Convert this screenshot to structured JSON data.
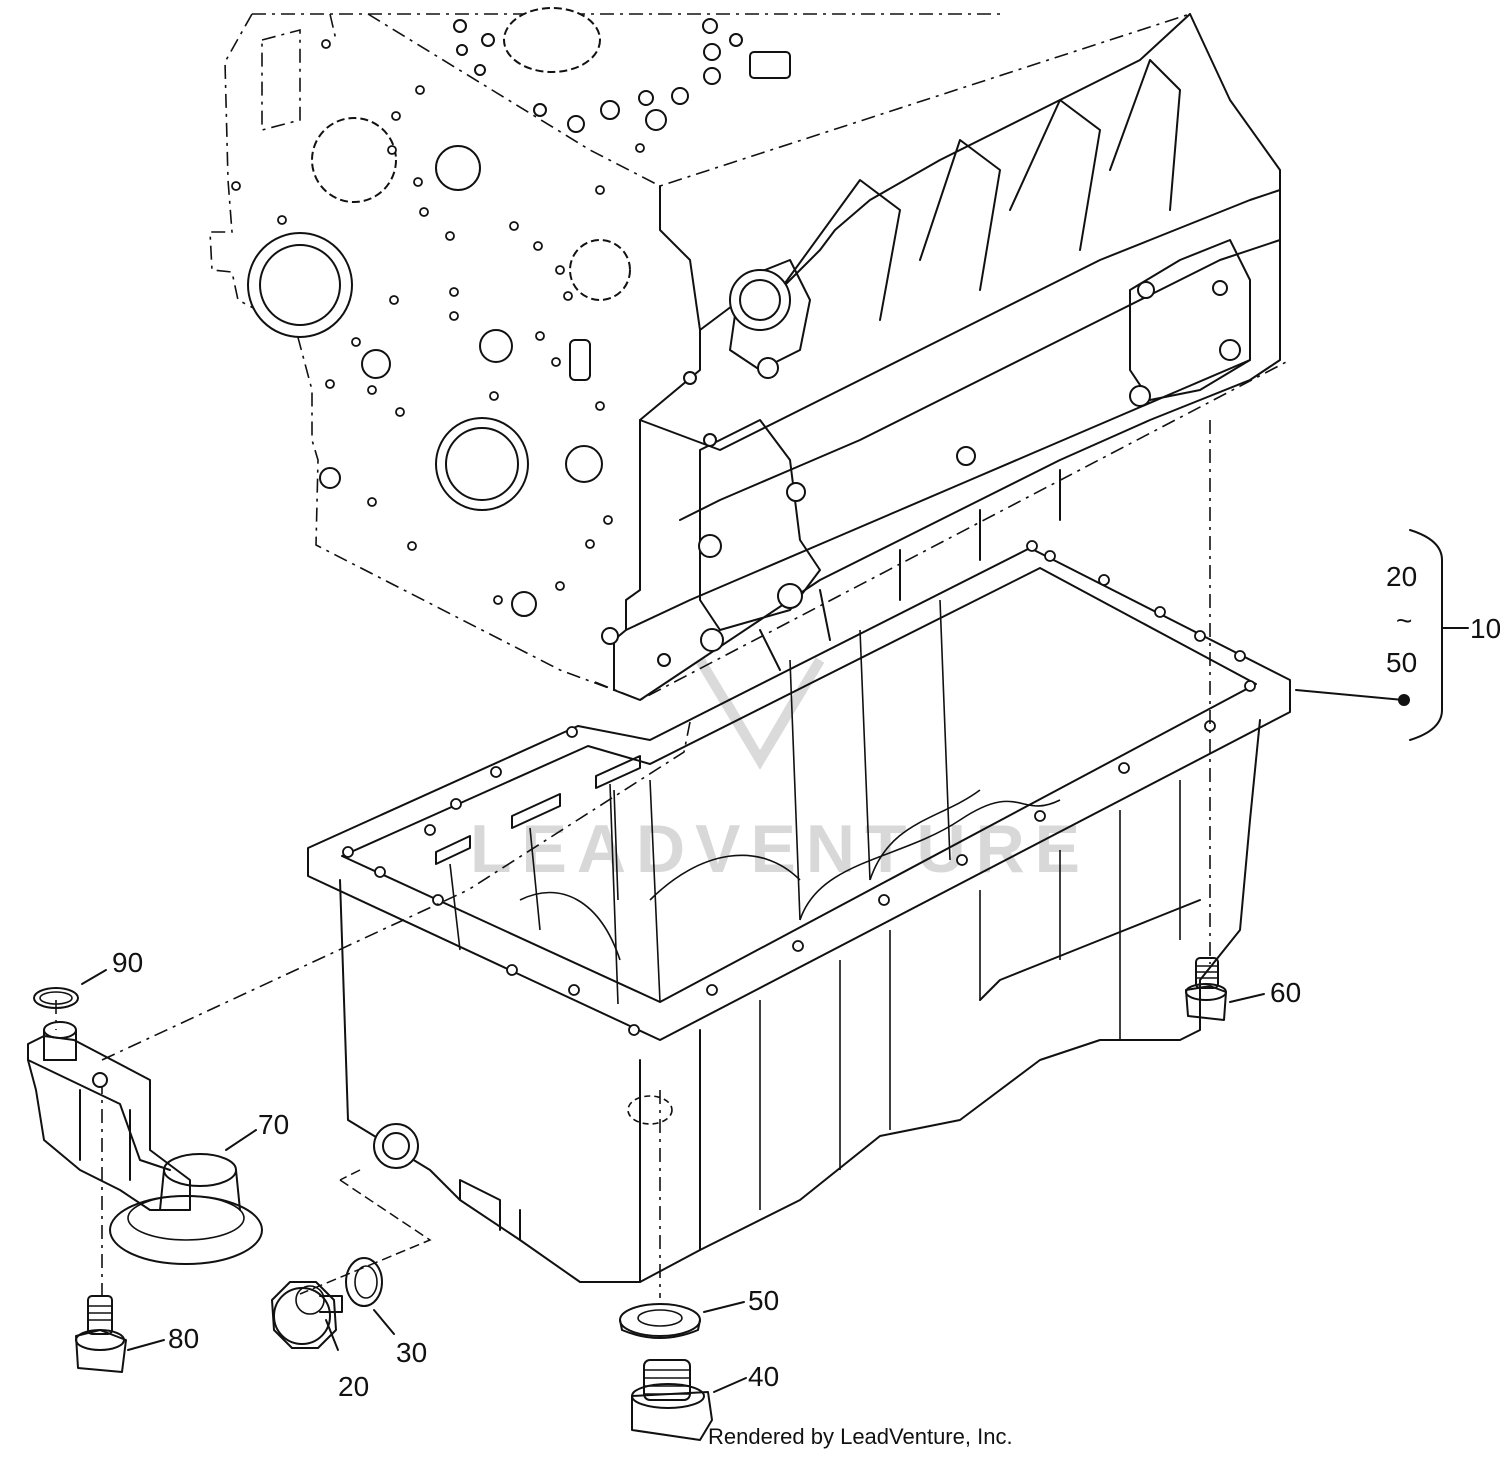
{
  "diagram": {
    "callouts": {
      "c10": "10",
      "c20top": "20",
      "c_tilde": "~",
      "c50top": "50",
      "c90": "90",
      "c70": "70",
      "c60": "60",
      "c80": "80",
      "c20": "20",
      "c30": "30",
      "c50": "50",
      "c40": "40"
    },
    "watermark": "LEADVENTURE",
    "credit": "Rendered by LeadVenture, Inc."
  }
}
